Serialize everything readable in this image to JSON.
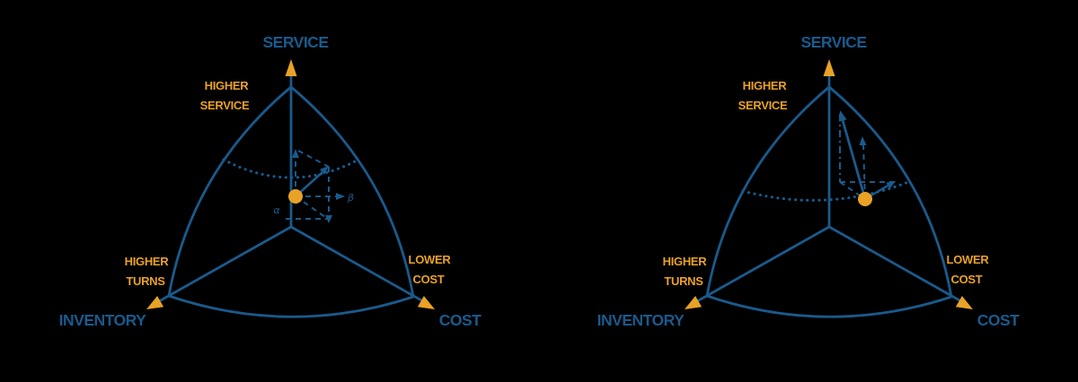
{
  "colors": {
    "background": "#000000",
    "diagram_blue": "#1a5a8c",
    "accent_orange": "#e9a226"
  },
  "diagrams": [
    {
      "position": "left",
      "axis_labels": {
        "top": "SERVICE",
        "bottom_left": "INVENTORY",
        "bottom_right": "COST"
      },
      "direction_labels": {
        "upper_left": {
          "line1": "HIGHER",
          "line2": "SERVICE"
        },
        "lower_left": {
          "line1": "HIGHER",
          "line2": "TURNS"
        },
        "lower_right": {
          "line1": "LOWER",
          "line2": "COST"
        }
      },
      "annotations": {
        "angle": "α",
        "component": "β"
      }
    },
    {
      "position": "right",
      "axis_labels": {
        "top": "SERVICE",
        "bottom_left": "INVENTORY",
        "bottom_right": "COST"
      },
      "direction_labels": {
        "upper_left": {
          "line1": "HIGHER",
          "line2": "SERVICE"
        },
        "lower_left": {
          "line1": "HIGHER",
          "line2": "TURNS"
        },
        "lower_right": {
          "line1": "LOWER",
          "line2": "COST"
        }
      }
    }
  ]
}
